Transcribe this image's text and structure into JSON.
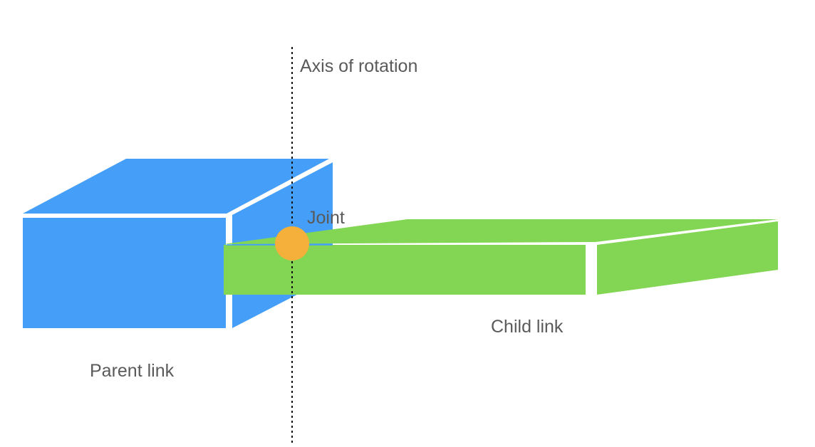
{
  "labels": {
    "axis": "Axis of rotation",
    "joint": "Joint",
    "parent": "Parent link",
    "child": "Child link"
  },
  "colors": {
    "parent_link": "#459ff8",
    "child_link": "#82d654",
    "joint": "#f4b03a",
    "label_text": "#5a5a5a",
    "axis_line": "#111111",
    "background": "#ffffff"
  }
}
